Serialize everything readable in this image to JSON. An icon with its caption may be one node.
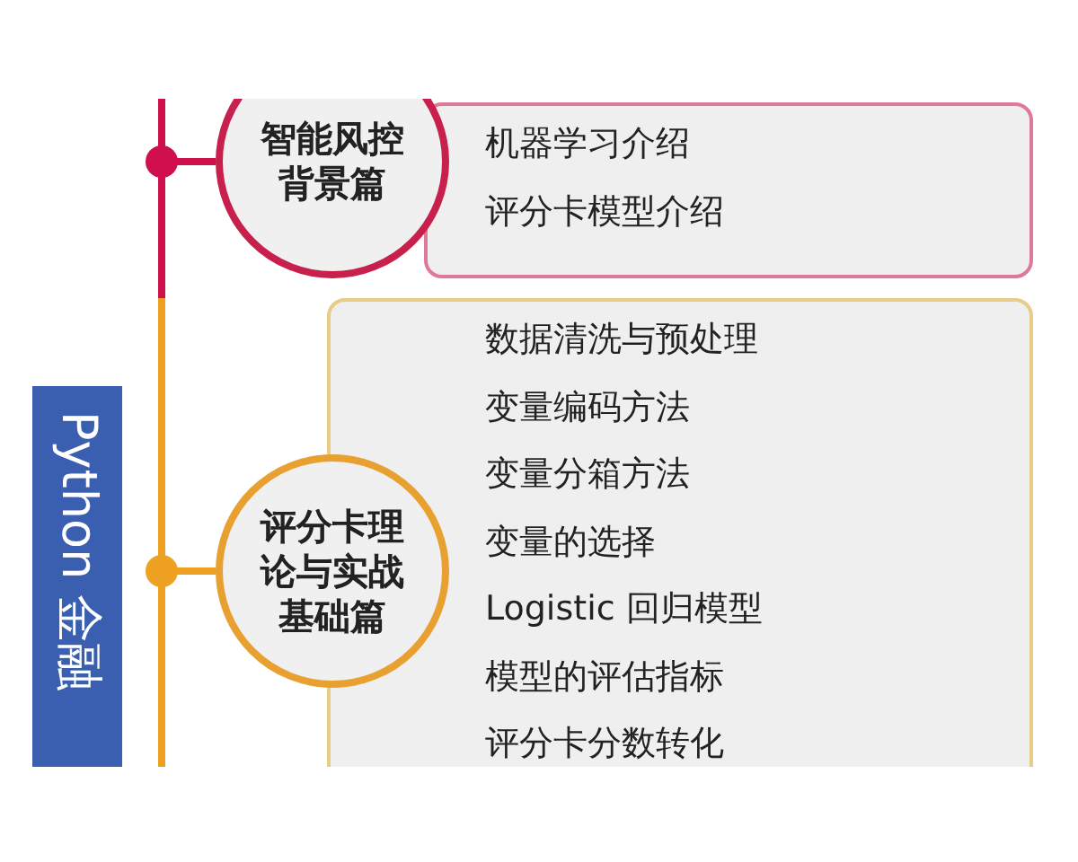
{
  "diagram": {
    "nodes": [
      {
        "text": [
          "Python 金融"
        ]
      },
      {
        "text": [
          "智能风控背景篇"
        ]
      },
      {
        "text": [
          "机器学习介绍",
          "评分卡模型介绍"
        ]
      },
      {
        "text": [
          "评分卡理论与实战基础篇"
        ]
      },
      {
        "text": [
          "数据清洗与预处理",
          "变量编码方法",
          "变量分箱方法",
          "变量的选择",
          "Logistic 回归模型",
          "模型的评估指标",
          "评分卡分数转化"
        ]
      }
    ],
    "edges": [
      {
        "from": null,
        "to": 1,
        "arrow": "none",
        "color": "#d0104c"
      },
      {
        "from": null,
        "to": 3,
        "arrow": "none",
        "color": "#eea020"
      }
    ]
  }
}
